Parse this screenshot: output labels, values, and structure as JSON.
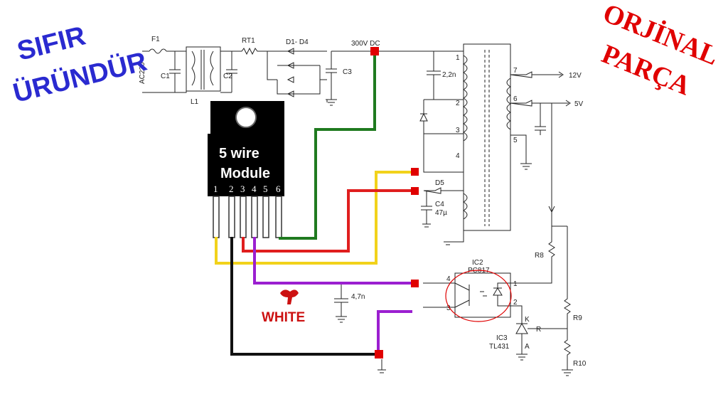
{
  "overlay": {
    "left_text": [
      "SIFIR",
      "ÜRÜNDÜR"
    ],
    "right_text": [
      "ORJİNAL",
      "PARÇA"
    ],
    "left_color": "#2a2ad0",
    "right_color": "#e00000"
  },
  "module": {
    "title_line1": "5 wire",
    "title_line2": "Module",
    "pins": [
      "1",
      "2",
      "3",
      "4",
      "5",
      "6"
    ]
  },
  "annotation": {
    "white_label": "WHITE",
    "color": "#cc1111"
  },
  "wire_colors": {
    "green": "#1f7a1f",
    "yellow": "#f2d21b",
    "red": "#e01e1e",
    "purple": "#9b1fd0",
    "black": "#111111",
    "pad": "#e00000"
  },
  "labels": {
    "f1": "F1",
    "ac": "AC220",
    "c1": "C1",
    "c2": "C2",
    "l1": "L1",
    "rt1": "RT1",
    "d1d4": "D1- D4",
    "c3": "C3",
    "dc300": "300V DC",
    "c22n": "2,2n",
    "t1": "1",
    "t2": "2",
    "t3": "3",
    "t4": "4",
    "t5": "5",
    "t6": "6",
    "t7": "7",
    "v12": "12V",
    "v5": "5V",
    "d5": "D5",
    "c4": "C4",
    "c4val": "47µ",
    "r8": "R8",
    "r9": "R9",
    "r10": "R10",
    "ic2": "IC2",
    "pc817": "PC817",
    "p1": "1",
    "p2": "2",
    "p3": "3",
    "p4": "4",
    "c47n": "4,7n",
    "k": "K",
    "a": "A",
    "r": "R",
    "ic3": "IC3",
    "tl431": "TL431"
  }
}
